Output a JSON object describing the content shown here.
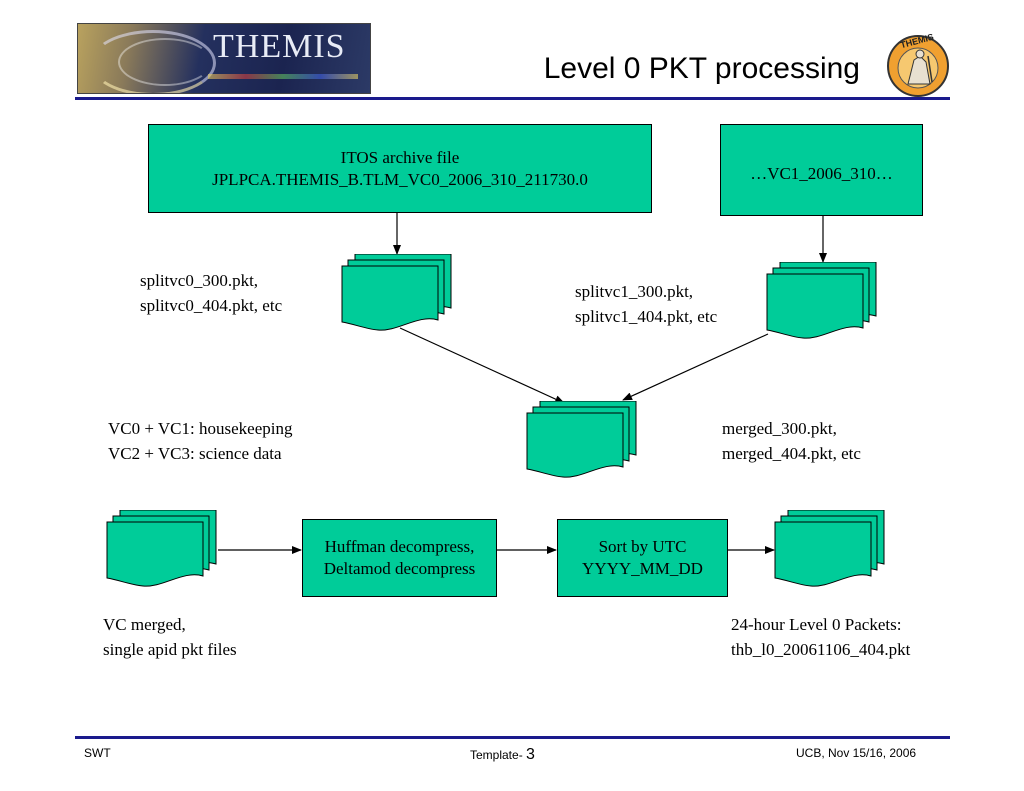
{
  "header": {
    "logo_text": "THEMIS",
    "title": "Level 0 PKT processing",
    "seal_text": "THEMIS"
  },
  "diagram": {
    "itos_box": {
      "line1": "ITOS archive file",
      "line2": "JPLPCA.THEMIS_B.TLM_VC0_2006_310_211730.0"
    },
    "vc1_box": "…VC1_2006_310…",
    "splitvc0_label": {
      "line1": "splitvc0_300.pkt,",
      "line2": "splitvc0_404.pkt, etc"
    },
    "splitvc1_label": {
      "line1": "splitvc1_300.pkt,",
      "line2": "splitvc1_404.pkt, etc"
    },
    "vc_note": {
      "line1": "VC0 + VC1: housekeeping",
      "line2": "VC2 + VC3: science data"
    },
    "merged_label": {
      "line1": "merged_300.pkt,",
      "line2": "merged_404.pkt, etc"
    },
    "huffman_box": {
      "line1": "Huffman decompress,",
      "line2": "Deltamod decompress"
    },
    "sort_box": {
      "line1": "Sort by UTC",
      "line2": "YYYY_MM_DD"
    },
    "vc_merged_label": {
      "line1": "VC merged,",
      "line2": "single apid pkt files"
    },
    "level0_label": {
      "line1": "24-hour Level 0 Packets:",
      "line2": "thb_l0_20061106_404.pkt"
    },
    "colors": {
      "box_fill": "#00cc99",
      "rule": "#1a1a8c"
    }
  },
  "footer": {
    "left": "SWT",
    "center_prefix": "Template- ",
    "page_number": "3",
    "right": "UCB, Nov 15/16, 2006"
  }
}
